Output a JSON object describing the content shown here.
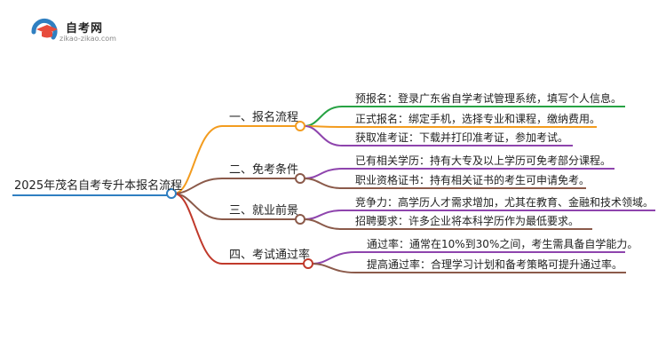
{
  "logo": {
    "title": "自考网",
    "url": "zikao-zikao.com",
    "icon": "graduation-cap-icon"
  },
  "root": {
    "label": "2025年茂名自考专升本报名流程"
  },
  "colors": {
    "root": "#2f7fc1",
    "branch1": "#f39c1f",
    "branch2": "#8b5a4a",
    "branch3": "#8b5a4a",
    "branch4": "#c0392b",
    "green": "#27a243",
    "purple": "#8e44ad",
    "blue": "#3a7fd5"
  },
  "branches": [
    {
      "label": "一、报名流程",
      "leaves": [
        "预报名：登录广东省自学考试管理系统，填写个人信息。",
        "正式报名：绑定手机，选择专业和课程，缴纳费用。",
        "获取准考证：下载并打印准考证，参加考试。"
      ]
    },
    {
      "label": "二、免考条件",
      "leaves": [
        "已有相关学历：持有大专及以上学历可免考部分课程。",
        "职业资格证书：持有相关证书的考生可申请免考。"
      ]
    },
    {
      "label": "三、就业前景",
      "leaves": [
        "竞争力：高学历人才需求增加，尤其在教育、金融和技术领域。",
        "招聘要求：许多企业将本科学历作为最低要求。"
      ]
    },
    {
      "label": "四、考试通过率",
      "leaves": [
        "通过率：通常在10%到30%之间，考生需具备自学能力。",
        "提高通过率：合理学习计划和备考策略可提升通过率。"
      ]
    }
  ]
}
